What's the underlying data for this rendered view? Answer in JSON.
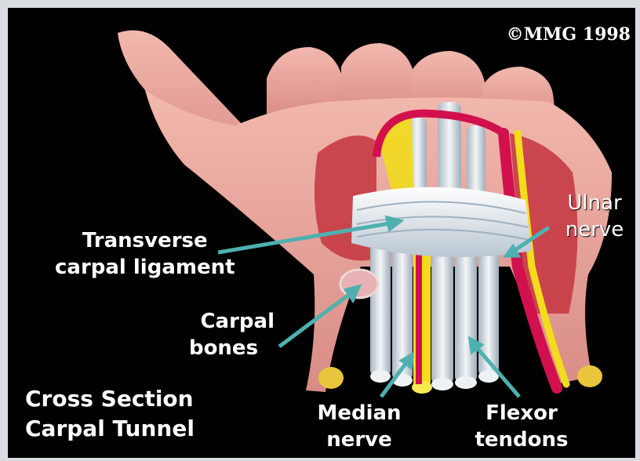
{
  "copyright": "©MMG 1998",
  "title_lines": [
    "Cross Section",
    "Carpal Tunnel"
  ],
  "labels": {
    "transverse_ligament": [
      "Transverse",
      "carpal ligament"
    ],
    "carpal_bones": [
      "Carpal",
      "bones"
    ],
    "median_nerve": [
      "Median",
      "nerve"
    ],
    "flexor_tendons": [
      "Flexor",
      "tendons"
    ],
    "ulnar_nerve": [
      "Ulnar",
      "nerve"
    ]
  },
  "colors": {
    "background": "#000000",
    "skin": "#e9a29a",
    "muscle": "#c4343e",
    "tendon": "#dfe6ec",
    "nerve": "#f2dc1c",
    "artery": "#d2104e",
    "pointer": "#4fb0b0"
  }
}
